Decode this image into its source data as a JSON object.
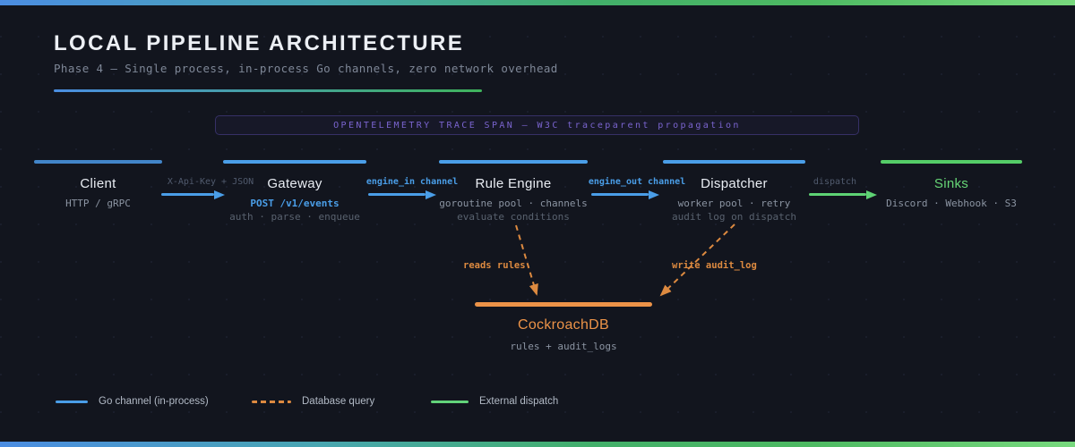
{
  "header": {
    "title": "LOCAL PIPELINE ARCHITECTURE",
    "subtitle": "Phase 4 — Single process, in-process Go channels, zero network overhead"
  },
  "trace_banner": {
    "label": "OPENTELEMETRY TRACE SPAN — W3C traceparent propagation"
  },
  "nodes": [
    {
      "title": "Client",
      "line1": "HTTP / gRPC"
    },
    {
      "title": "Gateway",
      "line1": "POST /v1/events",
      "line2": "auth · parse · enqueue"
    },
    {
      "title": "Rule Engine",
      "line1": "goroutine pool · channels",
      "line2": "evaluate conditions"
    },
    {
      "title": "Dispatcher",
      "line1": "worker pool · retry",
      "line2": "audit log on dispatch"
    },
    {
      "title": "Sinks",
      "line1": "Discord · Webhook · S3"
    }
  ],
  "edges": [
    {
      "label": "X-Api-Key + JSON",
      "style": "muted",
      "color": "#4a9ee8"
    },
    {
      "label": "engine_in channel",
      "style": "blue",
      "color": "#4a9ee8"
    },
    {
      "label": "engine_out channel",
      "style": "blue",
      "color": "#4a9ee8"
    },
    {
      "label": "dispatch",
      "style": "muted",
      "color": "#5ed374"
    }
  ],
  "database": {
    "title": "CockroachDB",
    "subtitle": "rules + audit_logs",
    "read_edge_label": "reads rules",
    "write_edge_label": "write audit_log"
  },
  "legend": {
    "items": [
      {
        "swatch": "solid-blue-line",
        "label": "Go channel (in-process)"
      },
      {
        "swatch": "dashed-orange-line",
        "label": "Database query"
      },
      {
        "swatch": "solid-green-line",
        "label": "External dispatch"
      }
    ]
  },
  "colors": {
    "background": "#12151e",
    "channel_blue": "#4a9ee8",
    "client_bar_blue": "#4285c9",
    "dispatch_green": "#5ed374",
    "database_orange": "#ec9348",
    "trace_purple": "#7a64cf",
    "title_white": "#eceff4",
    "muted_text": "#8b94a2",
    "dim_text": "#59626f",
    "gradient_left": "#4b8de2",
    "gradient_right": "#78d97e"
  }
}
